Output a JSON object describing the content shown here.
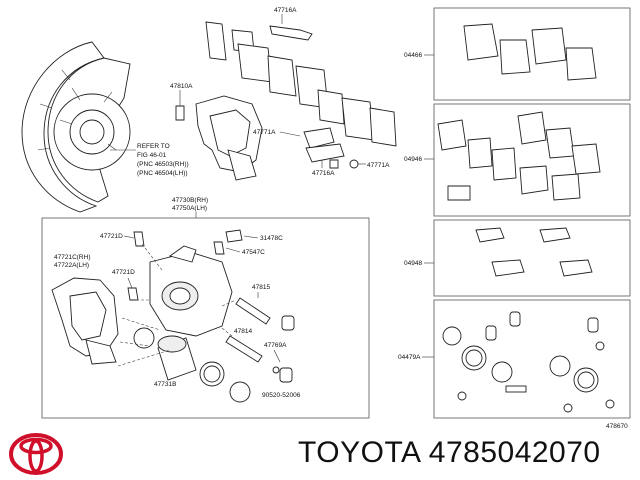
{
  "brand": {
    "name": "TOYOTA",
    "part_number": "4785042070",
    "logo_color": "#d0102a"
  },
  "diagram": {
    "figure_code": "478670",
    "note": {
      "line1": "REFER TO",
      "line2": "FIG 46-01",
      "line3": "(PNC 46503(RH))",
      "line4": "(PNC 46504(LH))"
    },
    "labels": {
      "p47716a_top": "47716A",
      "p47810a": "47810A",
      "p47771a_left": "47771A",
      "p47771a_right": "47771A",
      "p47716a_mid": "47716A",
      "p47730b": "47730B(RH)",
      "p47750a": "47750A(LH)",
      "p47721d_top": "47721D",
      "p31478c": "31478C",
      "p47547c": "47547C",
      "p47721c": "47721C(RH)",
      "p47722a": "47722A(LH)",
      "p47721d_mid": "47721D",
      "p47815": "47815",
      "p47814": "47814",
      "p47769a": "47769A",
      "p47731b": "47731B",
      "p90520": "90520-52006",
      "p04466": "04466",
      "p04946": "04946",
      "p04948": "04948",
      "p04479a": "04479A"
    }
  }
}
